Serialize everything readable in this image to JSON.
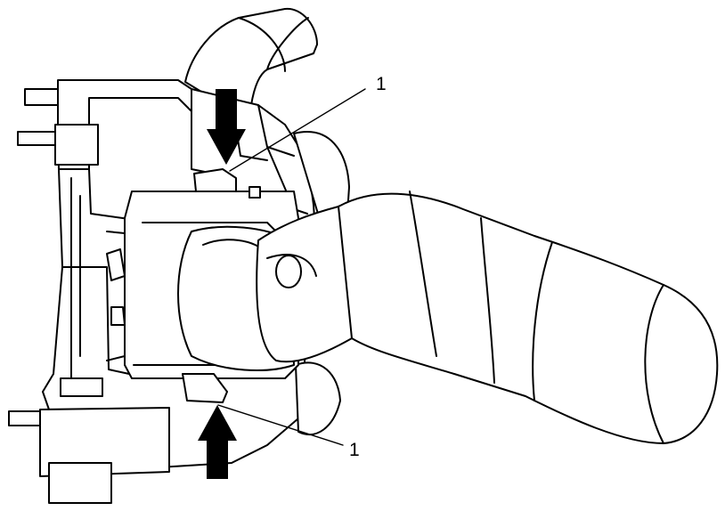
{
  "callouts": [
    {
      "id": "callout-top",
      "number": "1"
    },
    {
      "id": "callout-bottom",
      "number": "1"
    }
  ],
  "colors": {
    "line": "#000000",
    "background": "#ffffff"
  }
}
